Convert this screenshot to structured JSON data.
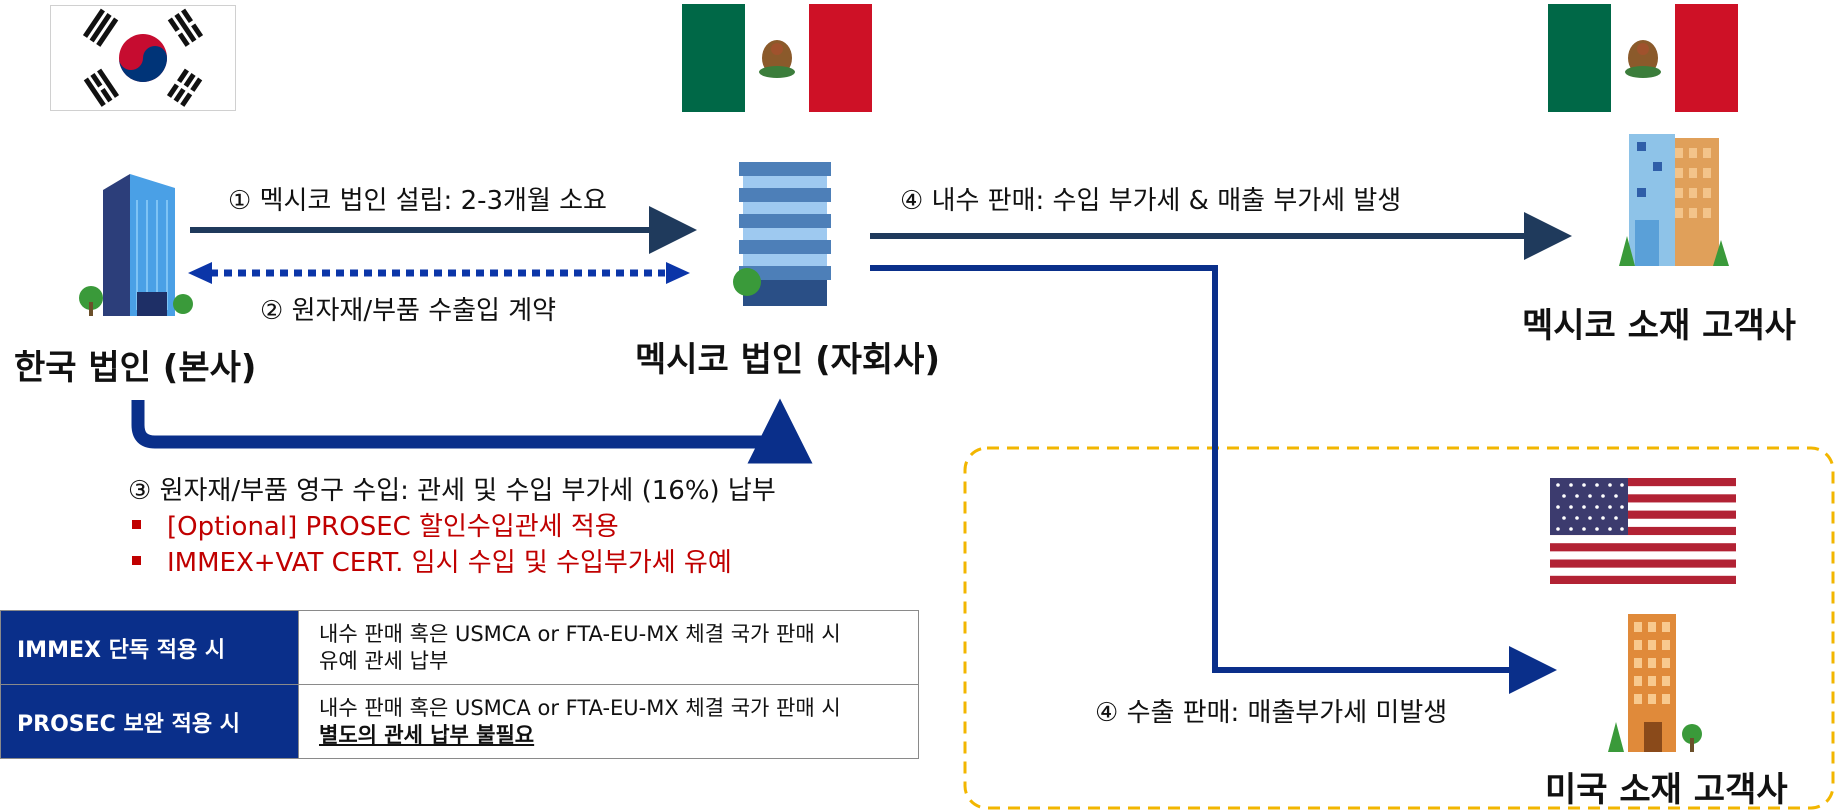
{
  "nodes": {
    "korea": "한국 법인 (본사)",
    "mexico_sub": "멕시코 법인 (자회사)",
    "mexico_customer": "멕시코 소재 고객사",
    "us_customer": "미국 소재 고객사"
  },
  "edges": {
    "e1": "① 멕시코 법인 설립: 2-3개월 소요",
    "e2": "② 원자재/부품 수출입 계약",
    "e3": "③ 원자재/부품 영구 수입: 관세 및 수입 부가세 (16%) 납부",
    "e4_domestic": "④ 내수 판매: 수입 부가세 & 매출 부가세 발생",
    "e4_export": "④ 수출 판매: 매출부가세 미발생"
  },
  "notes": [
    "[Optional] PROSEC 할인수입관세 적용",
    "IMMEX+VAT CERT. 임시 수입 및 수입부가세 유예"
  ],
  "table": [
    {
      "key": "IMMEX 단독 적용 시",
      "line1": "내수 판매 혹은 USMCA or FTA-EU-MX 체결 국가 판매 시",
      "line2": "유예 관세 납부"
    },
    {
      "key": "PROSEC 보완 적용 시",
      "line1": "내수 판매 혹은 USMCA or FTA-EU-MX 체결 국가 판매 시",
      "line2": "별도의 관세 납부 불필요"
    }
  ],
  "icons": [
    "korea-flag-icon",
    "mexico-flag-icon",
    "usa-flag-icon",
    "office-building-icon"
  ],
  "colors": {
    "arrow_navy": "#1f3a5c",
    "arrow_blue": "#0a2f8a",
    "dashed_arrow": "#0b35a8",
    "note_red": "#c00000",
    "region_border": "#f2b600",
    "table_header": "#0a2f8a"
  }
}
